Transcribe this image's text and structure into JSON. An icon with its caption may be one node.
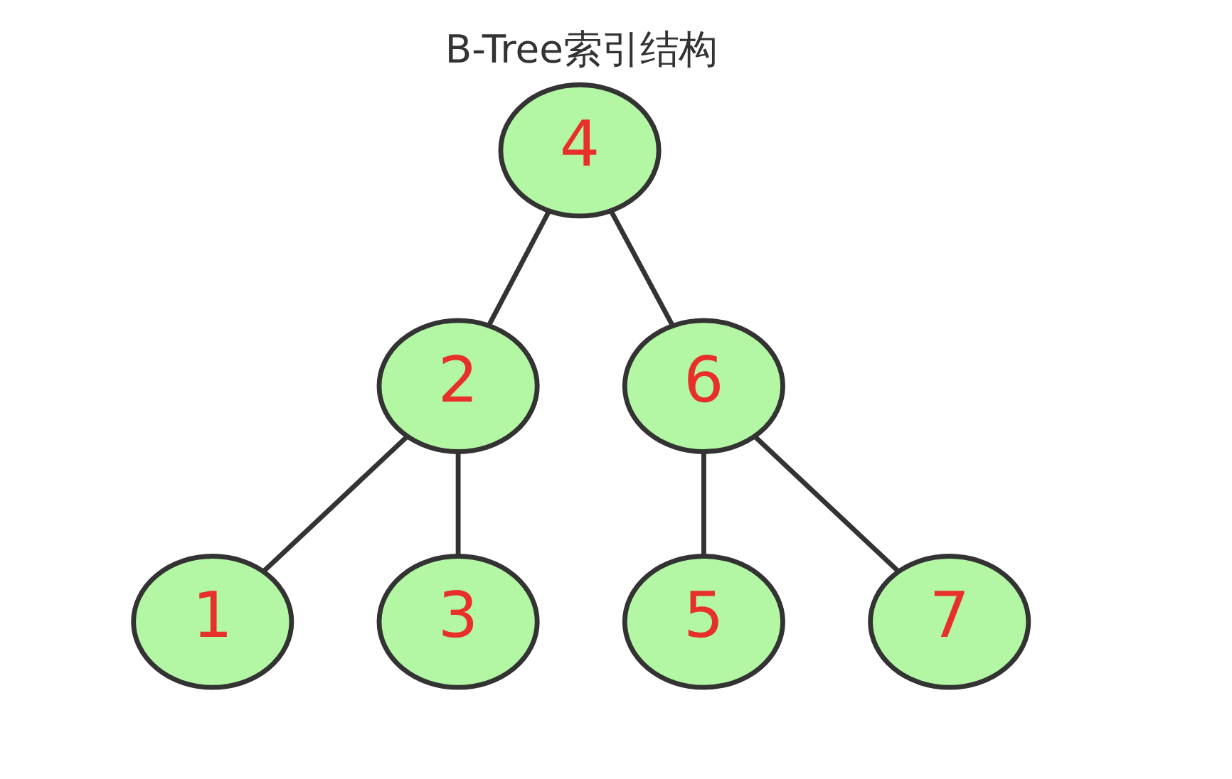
{
  "diagram": {
    "title": "B-Tree索引结构",
    "nodes": [
      {
        "text": [
          "4"
        ]
      },
      {
        "text": [
          "2"
        ]
      },
      {
        "text": [
          "6"
        ]
      },
      {
        "text": [
          "1"
        ]
      },
      {
        "text": [
          "3"
        ]
      },
      {
        "text": [
          "5"
        ]
      },
      {
        "text": [
          "7"
        ]
      }
    ],
    "edges": [
      {
        "from": 0,
        "to": 1,
        "arrow": "none"
      },
      {
        "from": 0,
        "to": 2,
        "arrow": "none"
      },
      {
        "from": 1,
        "to": 3,
        "arrow": "none"
      },
      {
        "from": 1,
        "to": 4,
        "arrow": "none"
      },
      {
        "from": 2,
        "to": 5,
        "arrow": "none"
      },
      {
        "from": 2,
        "to": 6,
        "arrow": "none"
      }
    ]
  }
}
